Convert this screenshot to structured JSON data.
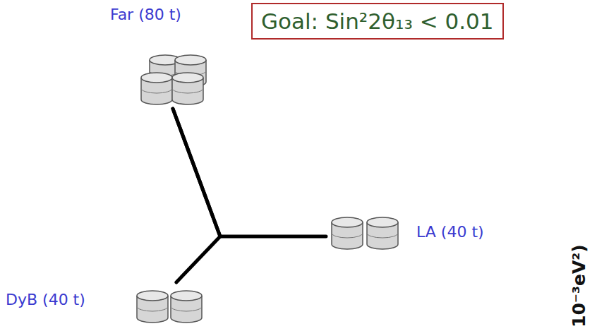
{
  "diagram": {
    "nodes": [
      {
        "text": [
          "Far (80 t)"
        ]
      },
      {
        "text": [
          "Goal: Sin²2θ₁₃ < 0.01"
        ]
      },
      {
        "text": [
          "LA (40 t)"
        ]
      },
      {
        "text": [
          "DyB (40 t)"
        ]
      }
    ],
    "edges": [
      {
        "from": 0,
        "to": 2,
        "arrow": "none"
      },
      {
        "from": 0,
        "to": 3,
        "arrow": "none"
      }
    ],
    "labels": [
      "10⁻³eV²)"
    ]
  }
}
